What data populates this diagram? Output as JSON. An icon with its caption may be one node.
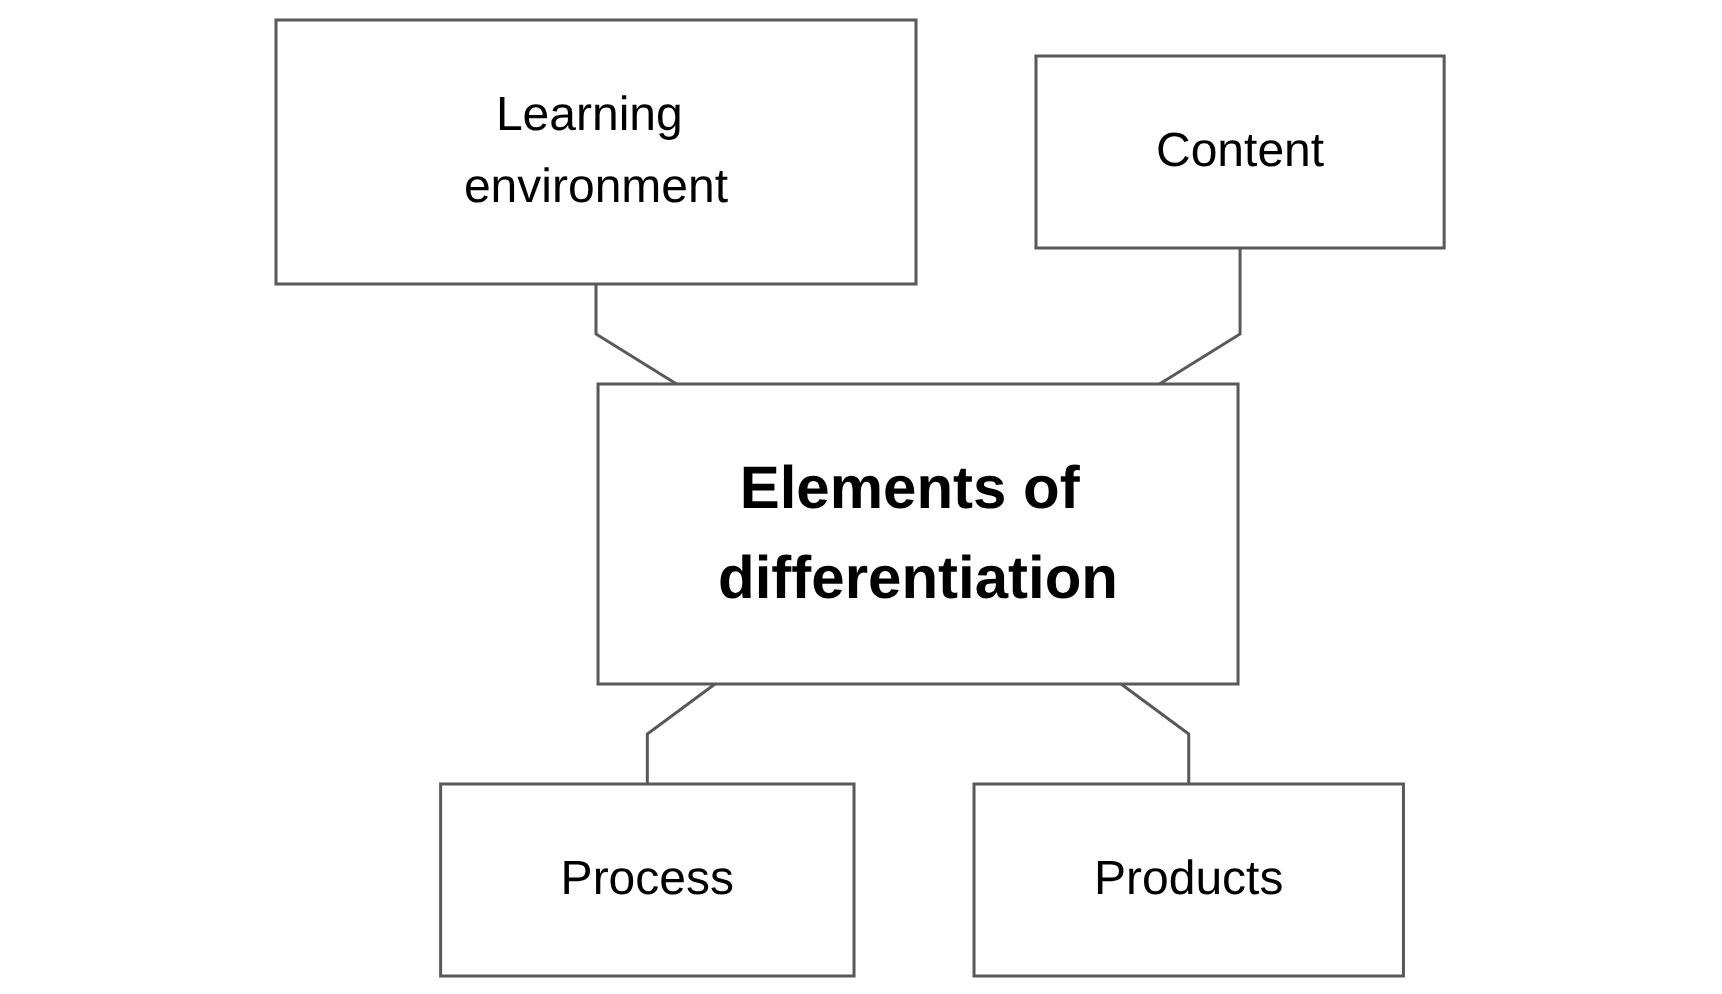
{
  "diagram": {
    "nodes": [
      {
        "text": [
          "Learning environment"
        ]
      },
      {
        "text": [
          "Content"
        ]
      },
      {
        "text": [
          "Elements of differentiation"
        ]
      },
      {
        "text": [
          "Process"
        ]
      },
      {
        "text": [
          "Products"
        ]
      }
    ],
    "edges": [
      {
        "from": 0,
        "to": 2,
        "arrow": "none"
      },
      {
        "from": 1,
        "to": 2,
        "arrow": "none"
      },
      {
        "from": 2,
        "to": 3,
        "arrow": "none"
      },
      {
        "from": 2,
        "to": 4,
        "arrow": "none"
      }
    ]
  }
}
